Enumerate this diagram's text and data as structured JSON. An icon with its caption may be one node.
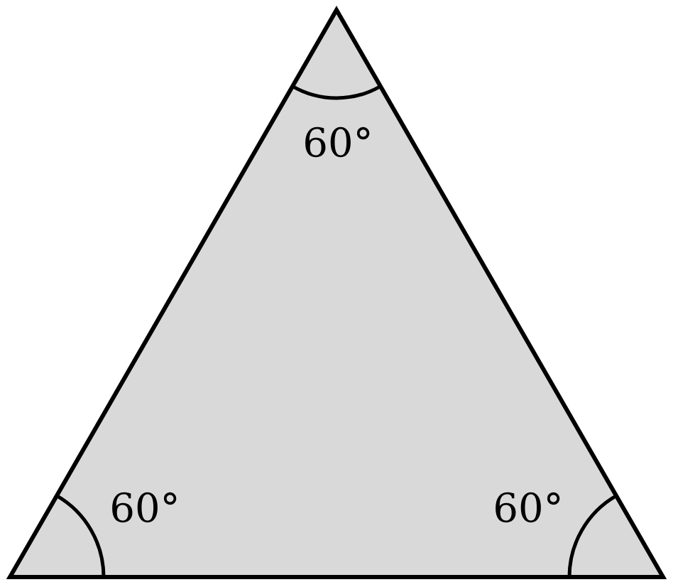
{
  "diagram": {
    "labels": [
      "60°",
      "60°",
      "60°"
    ]
  }
}
